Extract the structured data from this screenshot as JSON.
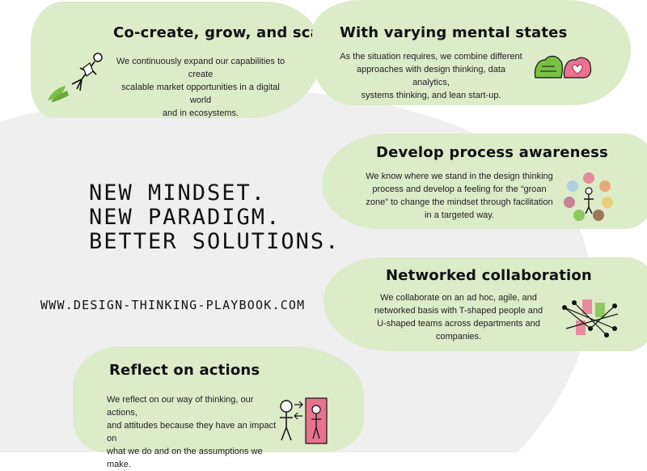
{
  "cards": {
    "cocreate": {
      "title": "Co-create, grow, and scale",
      "lines": [
        "We continuously expand our capabilities to create",
        "scalable market opportunities in a digital world",
        "and in ecosystems."
      ],
      "icon": "rocket-person-icon"
    },
    "mental": {
      "title": "With varying mental states",
      "lines": [
        "As the situation requires, we combine different",
        "approaches with design thinking, data analytics,",
        "systems thinking, and lean start-up."
      ],
      "icon": "brain-heart-icon"
    },
    "process": {
      "title": "Develop process awareness",
      "lines": [
        "We know where we stand in the design thinking",
        "process and develop a feeling for the “groan",
        "zone” to change the mindset through facilitation",
        "in a targeted way."
      ],
      "icon": "process-wheel-icon"
    },
    "network": {
      "title": "Networked collaboration",
      "lines": [
        "We collaborate on an ad hoc, agile, and",
        "networked basis with T-shaped people and",
        "U-shaped teams across departments and",
        "companies."
      ],
      "icon": "network-people-icon"
    },
    "reflect": {
      "title": "Reflect on actions",
      "lines": [
        "We reflect on our way of thinking, our actions,",
        "and attitudes because they have an impact on",
        "what we do and on the assumptions we make."
      ],
      "icon": "mirror-person-icon"
    }
  },
  "slogan": [
    "NEW MINDSET.",
    "NEW PARADIGM.",
    "BETTER SOLUTIONS."
  ],
  "url": "WWW.DESIGN-THINKING-PLAYBOOK.COM",
  "colors": {
    "card_bg": "#dcebc8",
    "swoosh": "#efefef",
    "accent_green": "#7bc043",
    "accent_pink": "#e8738f"
  }
}
